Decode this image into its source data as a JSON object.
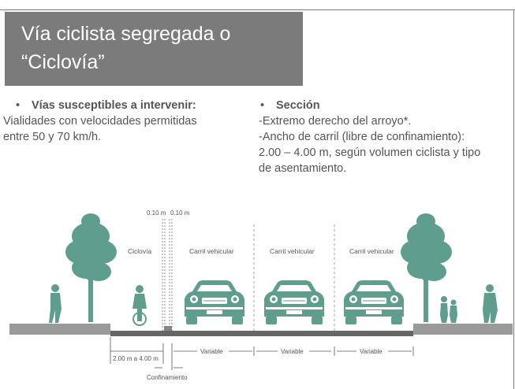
{
  "slide": {
    "title_line1": "Vía ciclista segregada o",
    "title_line2": "“Ciclovía”",
    "left_bullet": {
      "bullet": "•",
      "heading": "Vías susceptibles a intervenir:",
      "lines": [
        "Vialidades con velocidades permitidas",
        "entre 50 y 70 km/h."
      ]
    },
    "right_bullet": {
      "bullet": "•",
      "heading": "Sección",
      "lines": [
        "-Extremo derecho del arroyo*.",
        "-Ancho de carril (libre de confinamiento):",
        "2.00 – 4.00 m, según volumen ciclista y tipo",
        "de asentamiento."
      ]
    }
  },
  "diagram": {
    "top_dim_left": "0.10 m",
    "top_dim_right": "0.10 m",
    "lane_labels": [
      "Ciclovía",
      "Carril vehicular",
      "Carril vehicular",
      "Carril vehicular"
    ],
    "bottom_dims": [
      "2.00 m a 4.00 m",
      "Variable",
      "Variable",
      "Variable"
    ],
    "confinement_label": "Confinamiento",
    "colors": {
      "figure": "#5f9d8c",
      "road": "#666666",
      "sidewalk": "#9a9a9a",
      "text": "#555555",
      "title_bg": "#7b7b7b"
    }
  }
}
